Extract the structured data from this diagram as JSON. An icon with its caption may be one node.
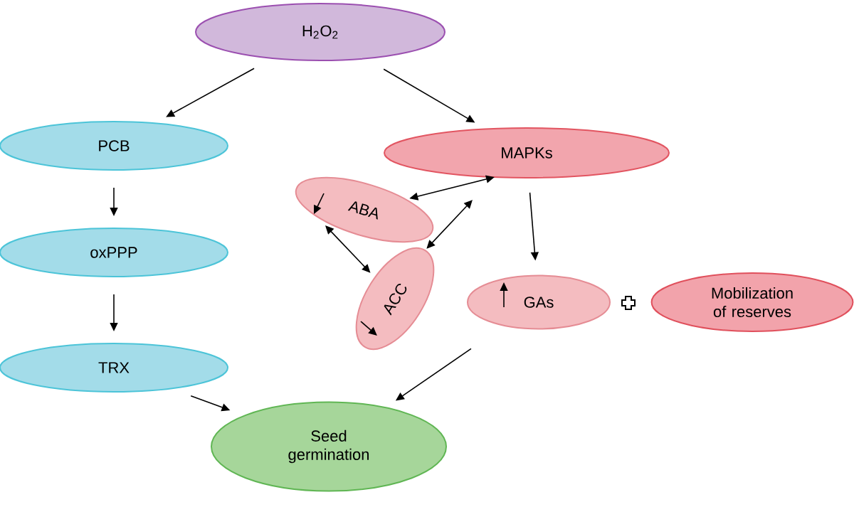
{
  "diagram": {
    "nodes": [
      {
        "text": [
          "H$_{2}$O$_{2}$"
        ]
      },
      {
        "text": [
          "PCB"
        ]
      },
      {
        "text": [
          "oxPPP"
        ]
      },
      {
        "text": [
          "TRX"
        ]
      },
      {
        "text": [
          "MAPKs"
        ]
      },
      {
        "text": [
          "ABA"
        ]
      },
      {
        "text": [
          "ACC"
        ]
      },
      {
        "text": [
          "GAs"
        ]
      },
      {
        "text": [
          "Mobilization of reserves"
        ]
      },
      {
        "text": [
          "Seed germination"
        ]
      }
    ],
    "edges": [
      {
        "from": 0,
        "to": 1,
        "arrow": "to"
      },
      {
        "from": 0,
        "to": 4,
        "arrow": "to"
      },
      {
        "from": 1,
        "to": 2,
        "arrow": "to"
      },
      {
        "from": 2,
        "to": 3,
        "arrow": "to"
      },
      {
        "from": 3,
        "to": 9,
        "arrow": "to"
      },
      {
        "from": 4,
        "to": 5,
        "arrow": "both"
      },
      {
        "from": 4,
        "to": 6,
        "arrow": "both"
      },
      {
        "from": 5,
        "to": 6,
        "arrow": "both"
      },
      {
        "from": 4,
        "to": 7,
        "arrow": "to"
      },
      {
        "from": 7,
        "to": 9,
        "arrow": "to"
      }
    ]
  }
}
